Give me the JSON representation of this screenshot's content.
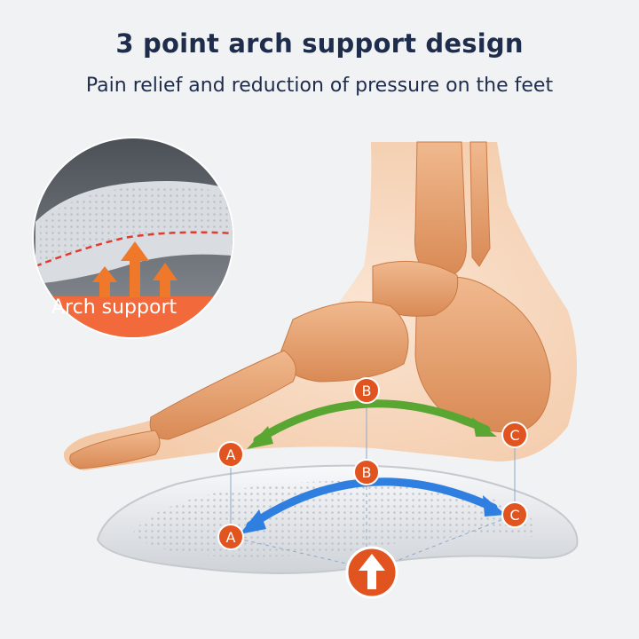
{
  "heading": {
    "title": "3 point arch support design",
    "subtitle": "Pain relief and reduction of pressure on the feet"
  },
  "inset": {
    "label": "Arch support"
  },
  "points": {
    "a": "A",
    "b": "B",
    "c": "C"
  },
  "colors": {
    "title": "#1f2d4c",
    "point_marker": "#e2541f",
    "arrow_green": "#5aa633",
    "arrow_blue": "#2f7fe0",
    "arch_label_band": "#f26a3c"
  },
  "icons": {
    "up_arrow": "up-arrow-icon"
  }
}
